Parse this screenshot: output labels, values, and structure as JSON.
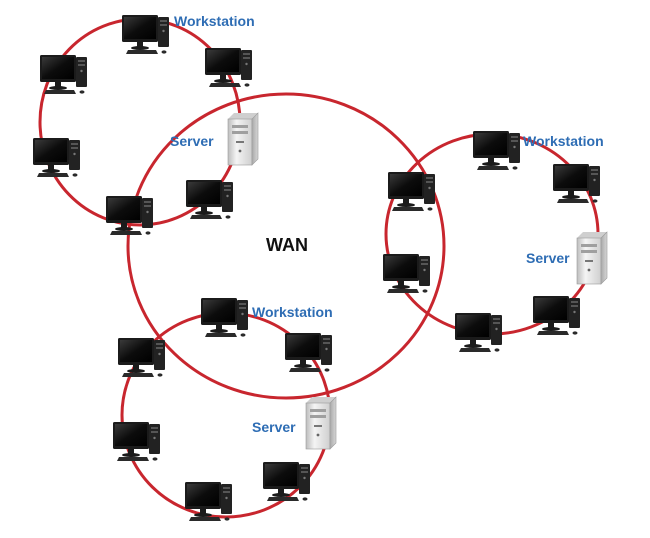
{
  "colors": {
    "link": "#c8262e",
    "label": "#2e6db4",
    "wan_label": "#111111",
    "monitor_frame": "#1b1b1b",
    "screen": "#0b0b0b",
    "tower": "#222222",
    "server_body": "#e4e4e4"
  },
  "center_label": "WAN",
  "networks": [
    {
      "id": "top-left",
      "workstation_label": "Workstation",
      "server_label": "Server"
    },
    {
      "id": "right",
      "workstation_label": "Workstation",
      "server_label": "Server"
    },
    {
      "id": "bottom",
      "workstation_label": "Workstation",
      "server_label": "Server"
    }
  ],
  "icons": {
    "workstation": "desktop-computer-icon",
    "server": "server-tower-icon"
  }
}
